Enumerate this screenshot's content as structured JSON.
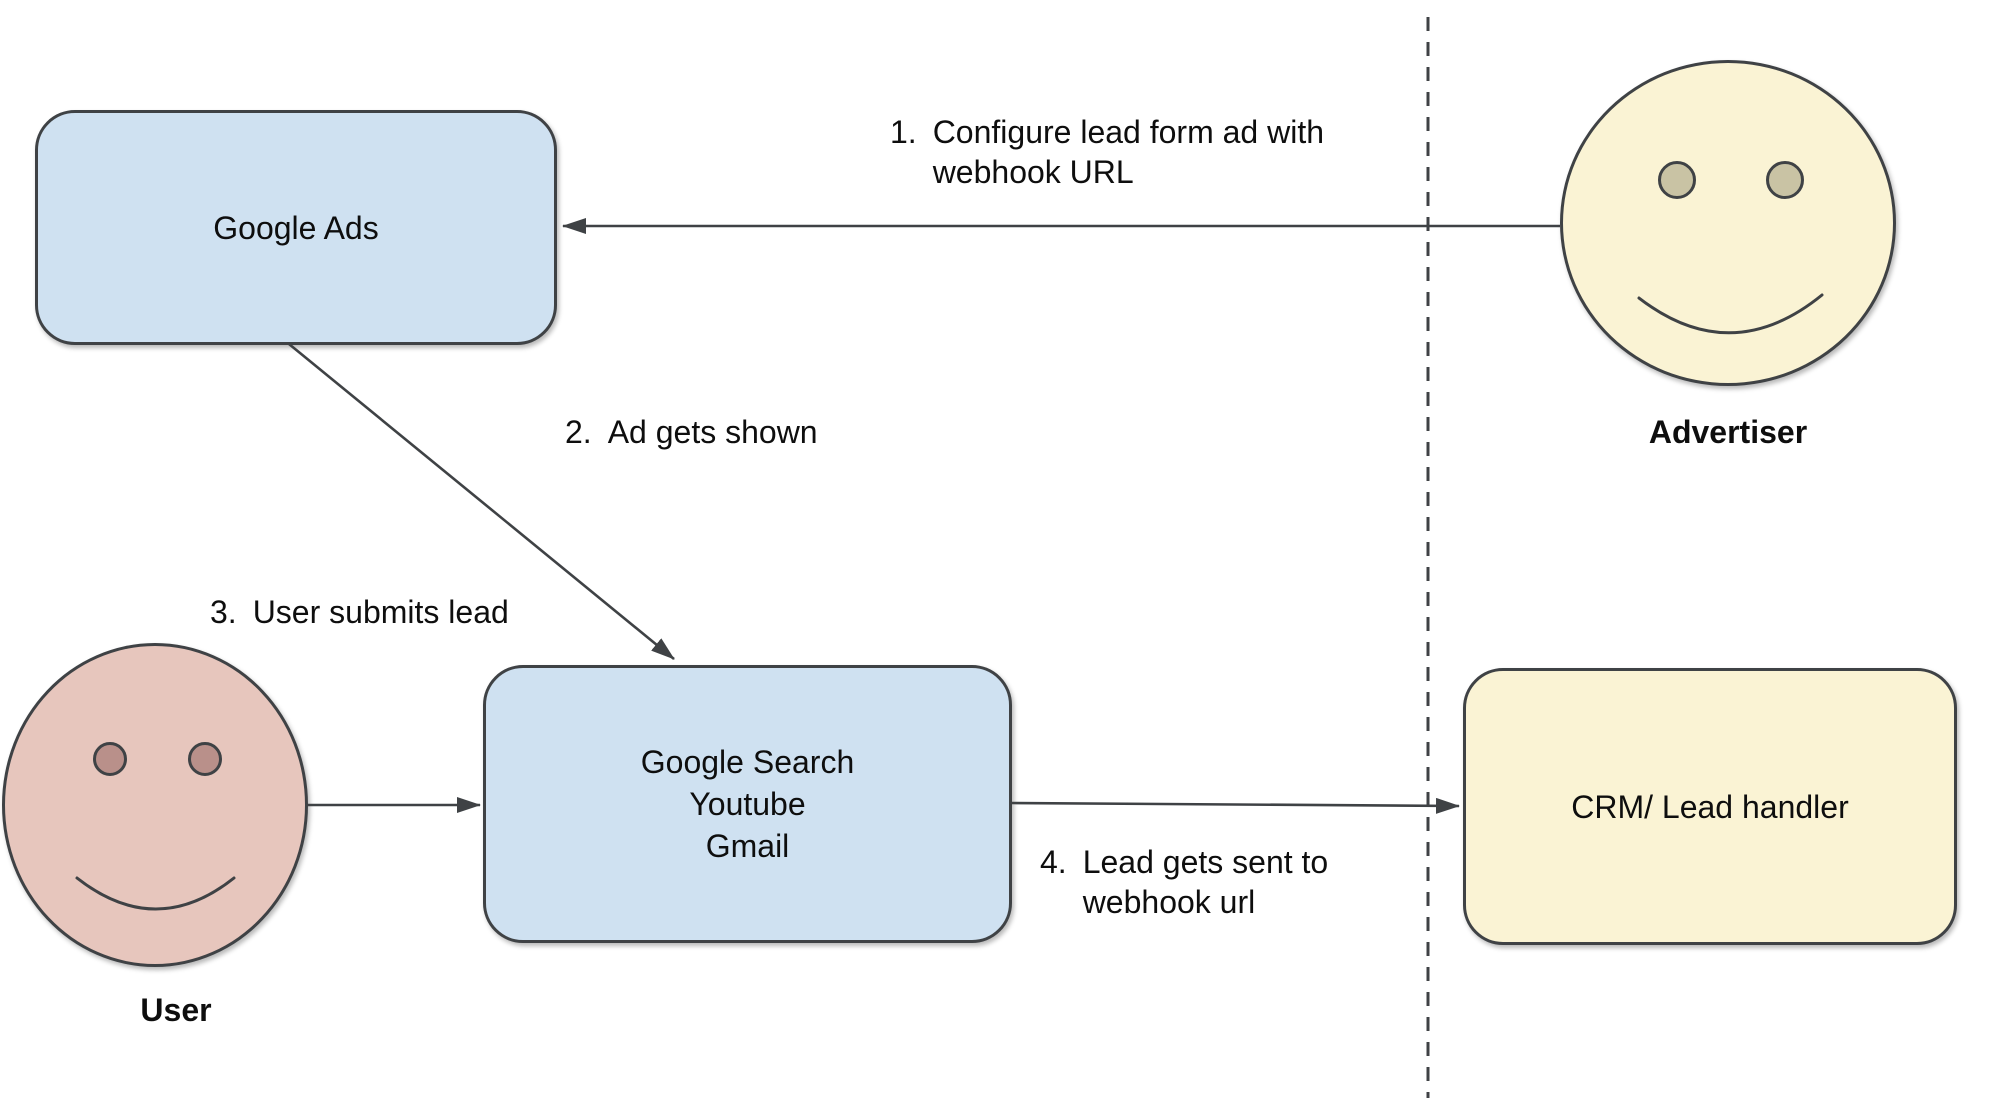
{
  "colors": {
    "node_blue": "#cfe1f1",
    "node_yellow": "#faf3d4",
    "face_pink": "#e7c6bd",
    "eye_pink": "#b9908a",
    "eye_yellow": "#c9c3a4",
    "stroke": "#3f4245",
    "text": "#0e0e0e",
    "background": "#ffffff"
  },
  "nodes": {
    "google_ads": {
      "label": "Google Ads"
    },
    "google_surfaces": {
      "label": "Google Search\nYoutube\nGmail"
    },
    "crm": {
      "label": "CRM/ Lead handler"
    }
  },
  "actors": {
    "advertiser": {
      "label": "Advertiser"
    },
    "user": {
      "label": "User"
    }
  },
  "steps": {
    "s1": {
      "num": "1.",
      "text": "Configure lead form ad with\nwebhook URL"
    },
    "s2": {
      "num": "2.",
      "text": "Ad gets shown"
    },
    "s3": {
      "num": "3.",
      "text": "User submits lead"
    },
    "s4": {
      "num": "4.",
      "text": "Lead gets sent to\nwebhook url"
    }
  },
  "edges": [
    {
      "from": "advertiser",
      "to": "google_ads",
      "step": "1"
    },
    {
      "from": "google_ads",
      "to": "google_surfaces",
      "step": "2"
    },
    {
      "from": "user",
      "to": "google_surfaces",
      "step": "3"
    },
    {
      "from": "google_surfaces",
      "to": "crm",
      "step": "4"
    }
  ]
}
